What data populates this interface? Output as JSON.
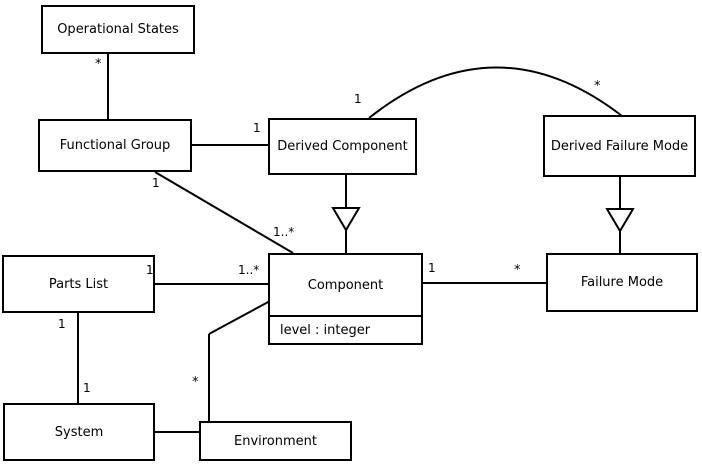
{
  "diagram": {
    "kind": "uml-class-diagram",
    "background_color": "#ffffff",
    "line_color": "#000000",
    "text_color": "#000000",
    "classes": [
      {
        "id": "operational-states",
        "name": "Operational States",
        "attributes": []
      },
      {
        "id": "functional-group",
        "name": "Functional Group",
        "attributes": []
      },
      {
        "id": "derived-component",
        "name": "Derived Component",
        "attributes": []
      },
      {
        "id": "derived-failure-mode",
        "name": "Derived Failure Mode",
        "attributes": []
      },
      {
        "id": "parts-list",
        "name": "Parts List",
        "attributes": []
      },
      {
        "id": "component",
        "name": "Component",
        "attributes": [
          "level : integer"
        ]
      },
      {
        "id": "failure-mode",
        "name": "Failure Mode",
        "attributes": []
      },
      {
        "id": "system",
        "name": "System",
        "attributes": []
      },
      {
        "id": "environment",
        "name": "Environment",
        "attributes": []
      }
    ],
    "multiplicities": {
      "operational_states_to_functional_group": "*",
      "functional_group_to_derived_component": "1",
      "functional_group_to_component": "1",
      "functional_group_component_far": "1..*",
      "parts_list_to_component_near": "1",
      "parts_list_to_component_far": "1..*",
      "parts_list_to_system": "1",
      "system_to_parts_list": "1",
      "component_to_failure_mode": "1",
      "failure_mode_to_component": "*",
      "component_to_environment": "*",
      "derived_component_to_derived_failure_mode": "1",
      "derived_failure_mode_to_derived_component": "*"
    },
    "relations": [
      {
        "id": "rel-operational-states-functional-group",
        "type": "association",
        "from": "operational-states",
        "to": "functional-group"
      },
      {
        "id": "rel-functional-group-derived-component",
        "type": "association",
        "from": "functional-group",
        "to": "derived-component"
      },
      {
        "id": "rel-functional-group-component",
        "type": "association",
        "from": "functional-group",
        "to": "component"
      },
      {
        "id": "rel-derived-component-component",
        "type": "generalization",
        "from": "derived-component",
        "to": "component"
      },
      {
        "id": "rel-derived-failure-mode-failure-mode",
        "type": "generalization",
        "from": "derived-failure-mode",
        "to": "failure-mode"
      },
      {
        "id": "rel-derived-component-derived-failure-mode",
        "type": "association",
        "from": "derived-component",
        "to": "derived-failure-mode"
      },
      {
        "id": "rel-parts-list-component",
        "type": "association",
        "from": "parts-list",
        "to": "component"
      },
      {
        "id": "rel-parts-list-system",
        "type": "association",
        "from": "parts-list",
        "to": "system"
      },
      {
        "id": "rel-component-failure-mode",
        "type": "association",
        "from": "component",
        "to": "failure-mode"
      },
      {
        "id": "rel-component-environment",
        "type": "association",
        "from": "component",
        "to": "environment"
      },
      {
        "id": "rel-system-environment",
        "type": "association",
        "from": "system",
        "to": "environment"
      }
    ]
  }
}
